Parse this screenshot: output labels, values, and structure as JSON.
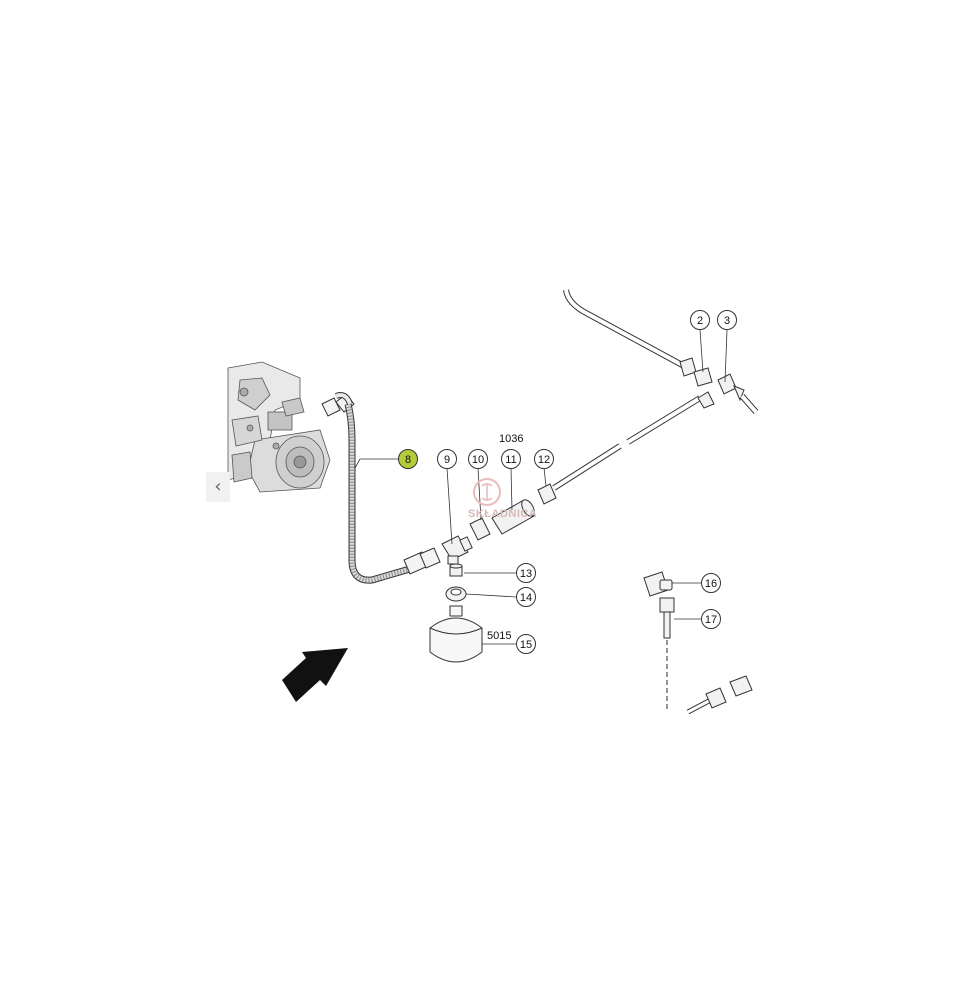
{
  "diagram": {
    "callouts": [
      {
        "id": "2",
        "label": "2",
        "highlight": false
      },
      {
        "id": "3",
        "label": "3",
        "highlight": false
      },
      {
        "id": "8",
        "label": "8",
        "highlight": true
      },
      {
        "id": "9",
        "label": "9",
        "highlight": false
      },
      {
        "id": "10",
        "label": "10",
        "highlight": false
      },
      {
        "id": "11",
        "label": "11",
        "highlight": false
      },
      {
        "id": "12",
        "label": "12",
        "highlight": false
      },
      {
        "id": "13",
        "label": "13",
        "highlight": false
      },
      {
        "id": "14",
        "label": "14",
        "highlight": false
      },
      {
        "id": "15",
        "label": "15",
        "highlight": false
      },
      {
        "id": "16",
        "label": "16",
        "highlight": false
      },
      {
        "id": "17",
        "label": "17",
        "highlight": false
      }
    ],
    "reference_numbers": {
      "hose_group": "1036",
      "accumulator": "5015"
    },
    "highlight_color": "#b5cc3a",
    "line_color": "#333333"
  },
  "watermark": {
    "text": "SKŁADNICA"
  },
  "navigation": {
    "prev_symbol": "‹"
  }
}
